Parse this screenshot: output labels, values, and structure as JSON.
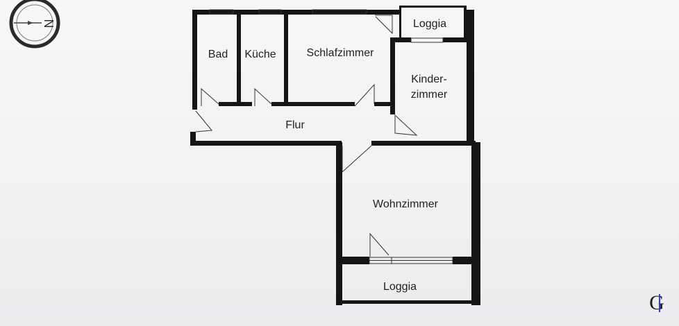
{
  "floorplan": {
    "rooms": {
      "bad": "Bad",
      "kueche": "Küche",
      "schlafzimmer": "Schlafzimmer",
      "loggia_top": "Loggia",
      "kinderzimmer_1": "Kinder-",
      "kinderzimmer_2": "zimmer",
      "flur": "Flur",
      "wohnzimmer": "Wohnzimmer",
      "loggia_bottom": "Loggia"
    },
    "compass": {
      "letter": "N"
    },
    "logo": {
      "letter": "G"
    }
  }
}
